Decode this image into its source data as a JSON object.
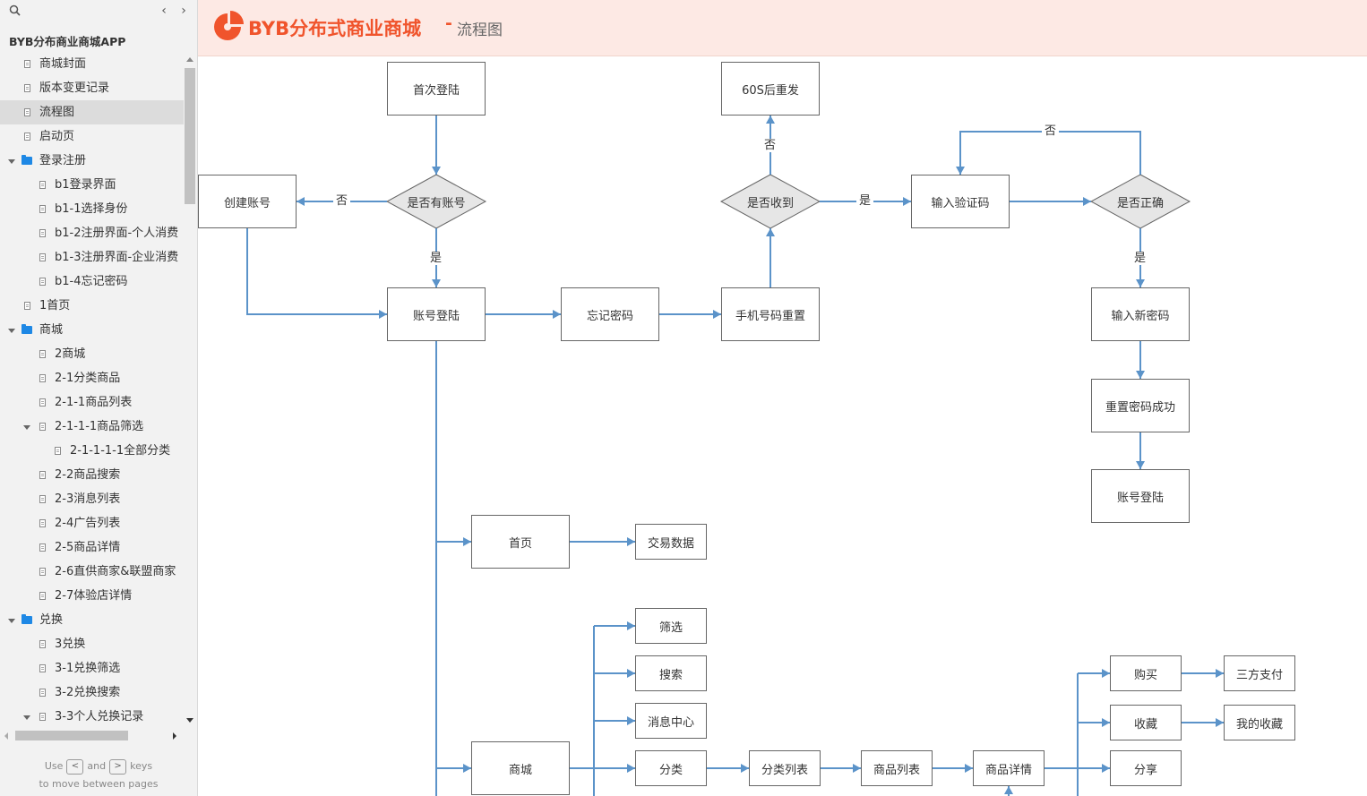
{
  "sidebar": {
    "project_title": "BYB分布商业商城APP",
    "items": [
      {
        "label": "商城封面",
        "type": "page",
        "level": 0
      },
      {
        "label": "版本变更记录",
        "type": "page",
        "level": 0
      },
      {
        "label": "流程图",
        "type": "page",
        "level": 0,
        "selected": true
      },
      {
        "label": "启动页",
        "type": "page",
        "level": 0
      },
      {
        "label": "登录注册",
        "type": "folder",
        "level": 0,
        "expanded": true
      },
      {
        "label": "b1登录界面",
        "type": "page",
        "level": 1
      },
      {
        "label": "b1-1选择身份",
        "type": "page",
        "level": 1
      },
      {
        "label": "b1-2注册界面-个人消费",
        "type": "page",
        "level": 1
      },
      {
        "label": "b1-3注册界面-企业消费",
        "type": "page",
        "level": 1
      },
      {
        "label": "b1-4忘记密码",
        "type": "page",
        "level": 1
      },
      {
        "label": "1首页",
        "type": "page",
        "level": 0
      },
      {
        "label": "商城",
        "type": "folder",
        "level": 0,
        "expanded": true
      },
      {
        "label": "2商城",
        "type": "page",
        "level": 1
      },
      {
        "label": "2-1分类商品",
        "type": "page",
        "level": 1
      },
      {
        "label": "2-1-1商品列表",
        "type": "page",
        "level": 1
      },
      {
        "label": "2-1-1-1商品筛选",
        "type": "page",
        "level": 1,
        "expanded": true
      },
      {
        "label": "2-1-1-1-1全部分类",
        "type": "page",
        "level": 2
      },
      {
        "label": "2-2商品搜索",
        "type": "page",
        "level": 1
      },
      {
        "label": "2-3消息列表",
        "type": "page",
        "level": 1
      },
      {
        "label": "2-4广告列表",
        "type": "page",
        "level": 1
      },
      {
        "label": "2-5商品详情",
        "type": "page",
        "level": 1
      },
      {
        "label": "2-6直供商家&联盟商家",
        "type": "page",
        "level": 1
      },
      {
        "label": "2-7体验店详情",
        "type": "page",
        "level": 1
      },
      {
        "label": "兑换",
        "type": "folder",
        "level": 0,
        "expanded": true
      },
      {
        "label": "3兑换",
        "type": "page",
        "level": 1
      },
      {
        "label": "3-1兑换筛选",
        "type": "page",
        "level": 1
      },
      {
        "label": "3-2兑换搜索",
        "type": "page",
        "level": 1
      },
      {
        "label": "3-3个人兑换记录",
        "type": "page",
        "level": 1,
        "expanded": true
      }
    ],
    "hint": {
      "use": "Use",
      "and": "and",
      "keys": "keys",
      "line2": "to move between pages",
      "key_prev": "<",
      "key_next": ">"
    },
    "nav_prev": "‹",
    "nav_next": "›"
  },
  "header": {
    "brand": "BYB分布式商业商城",
    "separator": "-",
    "subtitle": "流程图",
    "brand_color": "#f0542c",
    "background": "#fde9e4"
  },
  "diagram": {
    "colors": {
      "connector": "#5b93c9",
      "node_border": "#666666",
      "decision_fill": "#e6e6e6"
    },
    "nodes": {
      "first_login": "首次登陆",
      "has_account": "是否有账号",
      "create_account": "创建账号",
      "account_login": "账号登陆",
      "forgot_pwd": "忘记密码",
      "phone_reset": "手机号码重置",
      "received": "是否收到",
      "resend": "60S后重发",
      "input_code": "输入验证码",
      "is_correct": "是否正确",
      "input_new_pwd": "输入新密码",
      "reset_success": "重置密码成功",
      "account_login2": "账号登陆",
      "home": "首页",
      "trade_data": "交易数据",
      "mall": "商城",
      "filter": "筛选",
      "search": "搜索",
      "msg_center": "消息中心",
      "category": "分类",
      "category_list": "分类列表",
      "product_list": "商品列表",
      "product_detail": "商品详情",
      "buy": "购买",
      "third_pay": "三方支付",
      "collect": "收藏",
      "my_collect": "我的收藏",
      "share": "分享"
    },
    "edge_labels": {
      "no_account": "否",
      "yes_account": "是",
      "no_received": "否",
      "yes_received": "是",
      "no_correct": "否",
      "yes_correct": "是"
    }
  }
}
